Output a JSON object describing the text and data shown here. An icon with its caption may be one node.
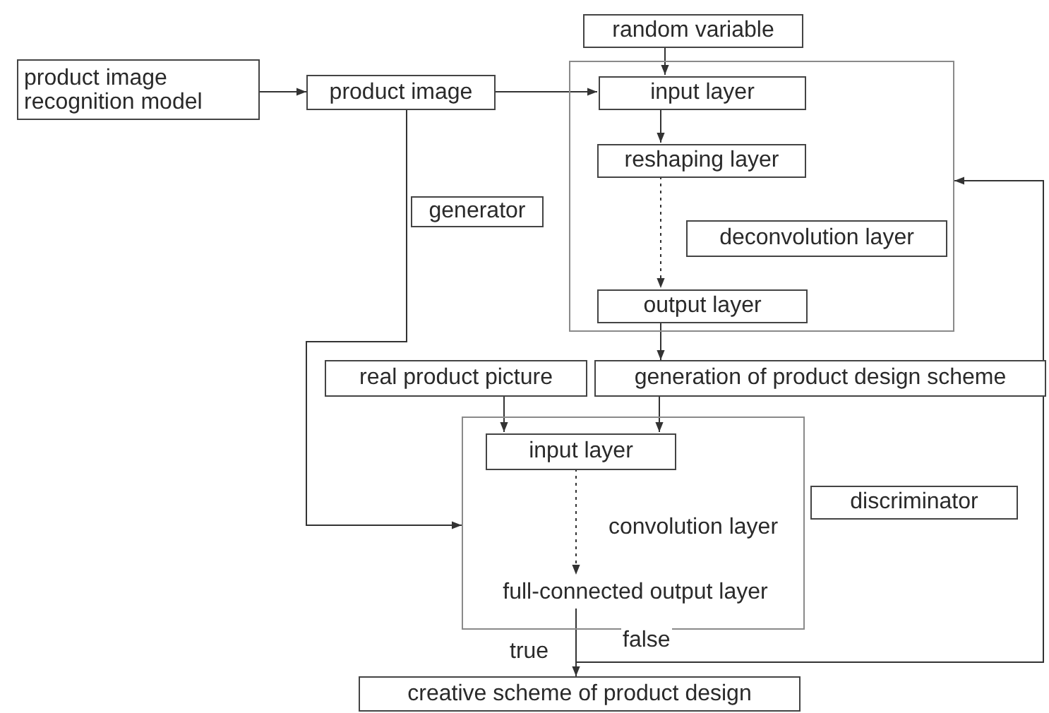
{
  "diagram": {
    "nodes": [
      {
        "text": [
          "product image recognition model"
        ]
      },
      {
        "text": [
          "product image"
        ]
      },
      {
        "text": [
          "random variable"
        ]
      },
      {
        "text": [],
        "shape": "box"
      },
      {
        "text": [
          "input layer"
        ],
        "in": 3
      },
      {
        "text": [
          "reshaping layer"
        ],
        "in": 3
      },
      {
        "text": [
          "deconvolution layer"
        ],
        "in": 3
      },
      {
        "text": [
          "output layer"
        ],
        "in": 3
      },
      {
        "text": [
          "generator"
        ]
      },
      {
        "text": [
          "real product picture"
        ]
      },
      {
        "text": [
          "generation of product design scheme"
        ]
      },
      {
        "text": [],
        "shape": "box"
      },
      {
        "text": [
          "input layer"
        ],
        "in": 11
      },
      {
        "text": [
          "convolution layer"
        ],
        "in": 11
      },
      {
        "text": [
          "full-connected output layer"
        ],
        "in": 11
      },
      {
        "text": [
          "discriminator"
        ]
      },
      {
        "text": [
          "creative scheme of product design"
        ]
      }
    ],
    "edges": [
      {
        "from": 0,
        "to": 1,
        "arrow": "to"
      },
      {
        "from": 1,
        "to": 4,
        "arrow": "to"
      },
      {
        "from": 2,
        "to": 4,
        "arrow": "to"
      },
      {
        "from": 4,
        "to": 5,
        "arrow": "to"
      },
      {
        "from": 5,
        "to": 7,
        "arrow": "to",
        "style": "dashed"
      },
      {
        "from": 7,
        "to": 10,
        "arrow": "to"
      },
      {
        "from": 1,
        "to": 11,
        "arrow": "to"
      },
      {
        "from": 9,
        "to": 12,
        "arrow": "to"
      },
      {
        "from": 10,
        "to": 12,
        "arrow": "to"
      },
      {
        "from": 12,
        "to": 14,
        "arrow": "to",
        "style": "dashed"
      },
      {
        "from": 14,
        "to": 16,
        "arrow": "to",
        "label": "true"
      },
      {
        "from": 14,
        "to": 3,
        "arrow": "to",
        "label": "false"
      }
    ]
  }
}
